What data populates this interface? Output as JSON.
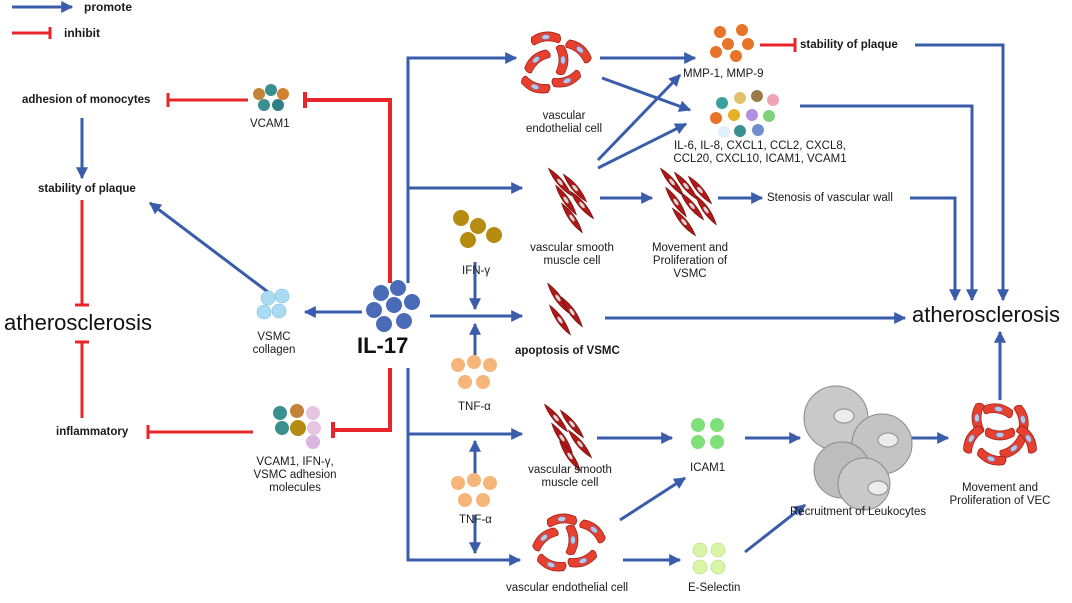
{
  "legend": {
    "promote": "promote",
    "inhibit": "inhibit"
  },
  "colors": {
    "promote": "#3a5dab",
    "inhibit": "#e8252a",
    "il17_dots": "#4a6bb8",
    "vcam_dots": "#3a8f8f",
    "vsmc_collagen_dots": "#a9dcf2",
    "ifn_dots": "#b58b12",
    "tnf_dots": "#f6b57a",
    "mmp_dots": "#e8742a",
    "icam_dots": "#7fe07a",
    "eselectin_dots": "#d9f5a6",
    "endothelial_cell": "#e8402e",
    "smooth_muscle_cell": "#b01818",
    "leukocyte": "#c9c9c9"
  },
  "center": {
    "label": "IL-17"
  },
  "left": {
    "adhesion_of_monocytes": "adhesion of monocytes",
    "vcam1": "VCAM1",
    "stability_of_plaque": "stability of plaque",
    "atherosclerosis": "atherosclerosis",
    "vsmc_collagen": [
      "VSMC",
      "collagen"
    ],
    "inflammatory": "inflammatory",
    "vcam_ifn_vsmc": [
      "VCAM1, IFN-γ,",
      "VSMC adhesion",
      "molecules"
    ]
  },
  "top": {
    "vascular_endothelial_cell": [
      "vascular",
      "endothelial cell"
    ],
    "mmp": "MMP-1, MMP-9",
    "stability_of_plaque": "stability of plaque",
    "cytokines": [
      "IL-6, IL-8, CXCL1, CCL2, CXCL8,",
      "CCL20, CXCL10, ICAM1, VCAM1"
    ],
    "vascular_smooth_muscle_cell": [
      "vascular smooth",
      "muscle cell"
    ],
    "movement_proliferation_vsmc": [
      "Movement and",
      "Proliferation of",
      "VSMC"
    ],
    "stenosis": "Stenosis of vascular wall"
  },
  "middle": {
    "ifn_gamma": "IFN-γ",
    "tnf_alpha": "TNF-α",
    "apoptosis_of_vsmc": "apoptosis of VSMC",
    "atherosclerosis": "atherosclerosis"
  },
  "bottom": {
    "tnf_alpha": "TNF-α",
    "vascular_smooth_muscle_cell": [
      "vascular smooth",
      "muscle cell"
    ],
    "icam1": "ICAM1",
    "recruitment": "Recruitment of Leukocytes",
    "movement_proliferation_vec": [
      "Movement and",
      "Proliferation of VEC"
    ],
    "vascular_endothelial_cell": "vascular endothelial cell",
    "e_selectin": "E-Selectin"
  }
}
